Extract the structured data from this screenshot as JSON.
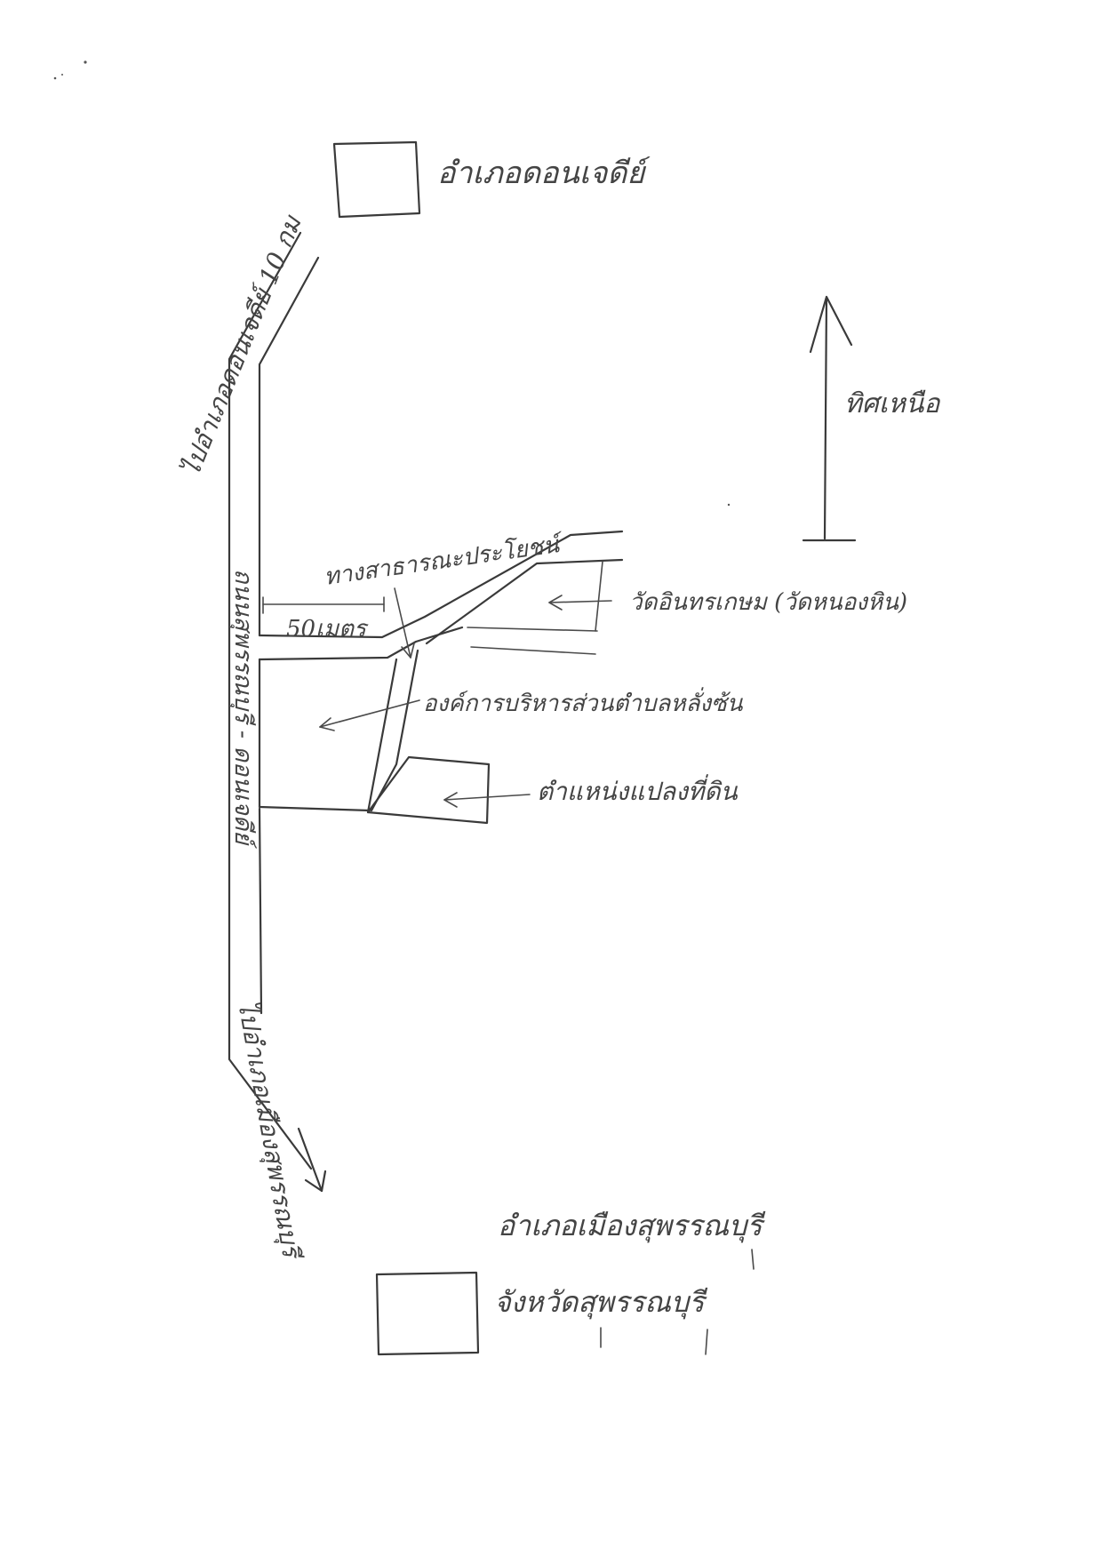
{
  "labels": {
    "top_district": "อำเภอดอนเจดีย์",
    "top_route": "ไปอำเภอดอนเจดีย์ 10 กม",
    "north": "ทิศเหนือ",
    "public_way": "ทางสาธารณะประโยชน์",
    "temple": "วัดอินทรเกษม (วัดหนองหิน)",
    "distance": "50เมตร",
    "tao_office": "องค์การบริหารส่วนตำบลหลั่งซ้น",
    "land_plot": "ตำแหน่งแปลงที่ดิน",
    "main_road": "ถนนสุพรรณบุรี - ดอนเจดีย์",
    "bottom_route": "ไปอำเภอเมืองสุพรรณบุรี",
    "bottom_district": "อำเภอเมืองสุพรรณบุรี",
    "bottom_province": "จังหวัดสุพรรณบุรี"
  },
  "colors": {
    "ink": "#3a3a3a",
    "paper": "#ffffff"
  }
}
